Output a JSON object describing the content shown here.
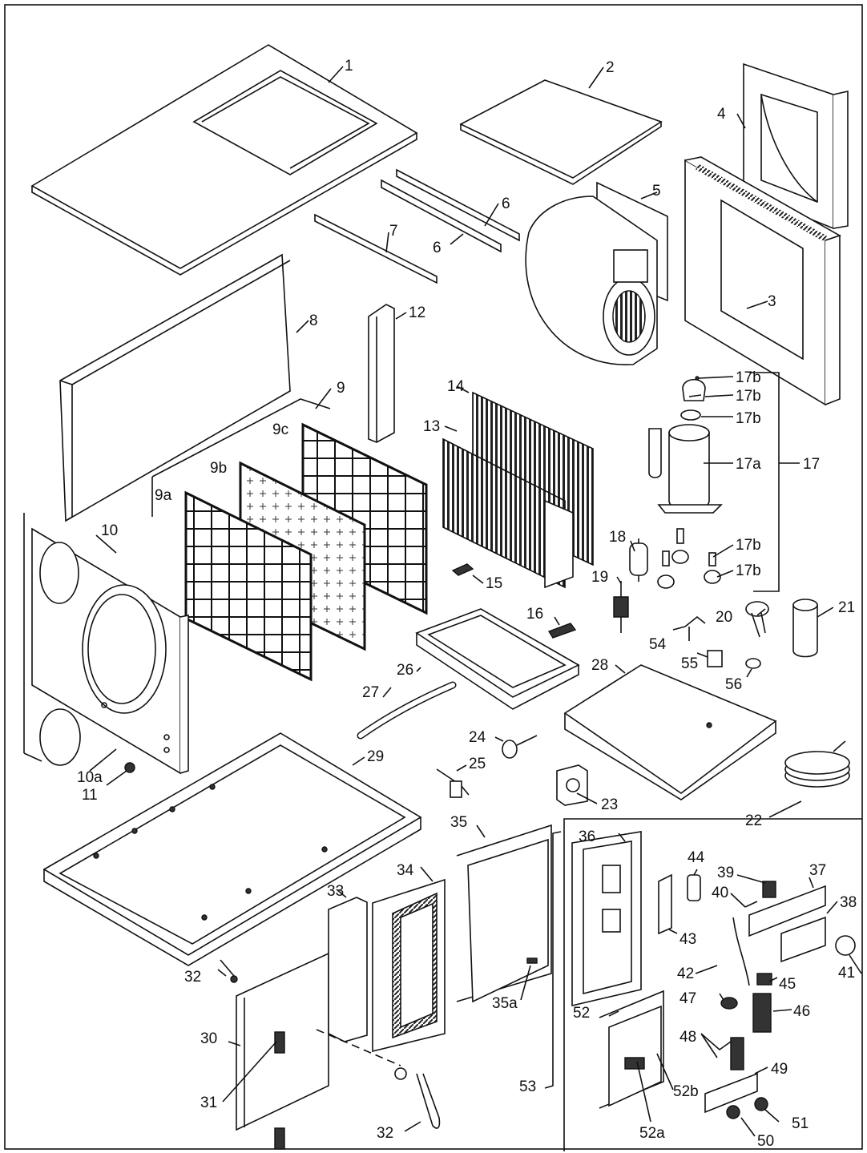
{
  "callouts": {
    "c1": "1",
    "c2": "2",
    "c3": "3",
    "c4": "4",
    "c5": "5",
    "c6a": "6",
    "c6b": "6",
    "c7": "7",
    "c8": "8",
    "c9": "9",
    "c9a": "9a",
    "c9b": "9b",
    "c9c": "9c",
    "c10": "10",
    "c10a": "10a",
    "c11": "11",
    "c12": "12",
    "c13": "13",
    "c14": "14",
    "c15": "15",
    "c16": "16",
    "c17": "17",
    "c17a": "17a",
    "c17b1": "17b",
    "c17b2": "17b",
    "c17b3": "17b",
    "c17b4": "17b",
    "c17b5": "17b",
    "c18": "18",
    "c19": "19",
    "c20": "20",
    "c21": "21",
    "c22": "22",
    "c23": "23",
    "c24": "24",
    "c25": "25",
    "c26": "26",
    "c27": "27",
    "c28": "28",
    "c29": "29",
    "c30": "30",
    "c31": "31",
    "c32a": "32",
    "c32b": "32",
    "c33": "33",
    "c34": "34",
    "c35": "35",
    "c35a": "35a",
    "c36": "36",
    "c37": "37",
    "c38": "38",
    "c39": "39",
    "c40": "40",
    "c41": "41",
    "c42": "42",
    "c43": "43",
    "c44": "44",
    "c45": "45",
    "c46": "46",
    "c47": "47",
    "c48": "48",
    "c49": "49",
    "c50": "50",
    "c51": "51",
    "c52": "52",
    "c52a": "52a",
    "c52b": "52b",
    "c53": "53",
    "c54": "54",
    "c55": "55",
    "c56": "56"
  }
}
